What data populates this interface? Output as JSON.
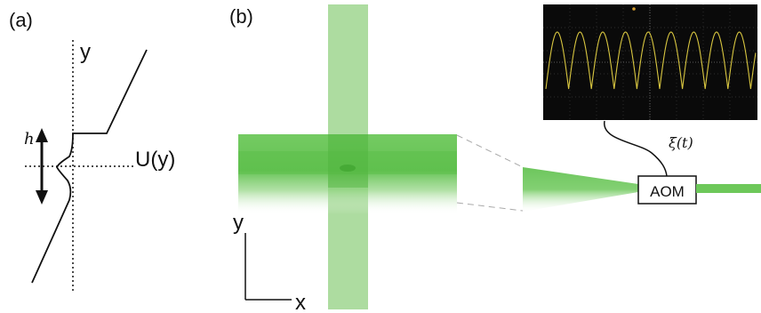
{
  "panel_a": {
    "tag": "(a)",
    "axis_y": "y",
    "potential": "U(y)",
    "height_symbol": "h"
  },
  "panel_b": {
    "tag": "(b)",
    "axis_y": "y",
    "axis_x": "x",
    "modulator": "AOM",
    "signal": "ξ(t)"
  },
  "colors": {
    "beam_green": "#5cbf4a",
    "scope_bg": "#0a0a0a",
    "trace": "#d8c640",
    "line": "#111111"
  },
  "icons": [
    "oscilloscope-screen",
    "sawtooth-trace"
  ]
}
